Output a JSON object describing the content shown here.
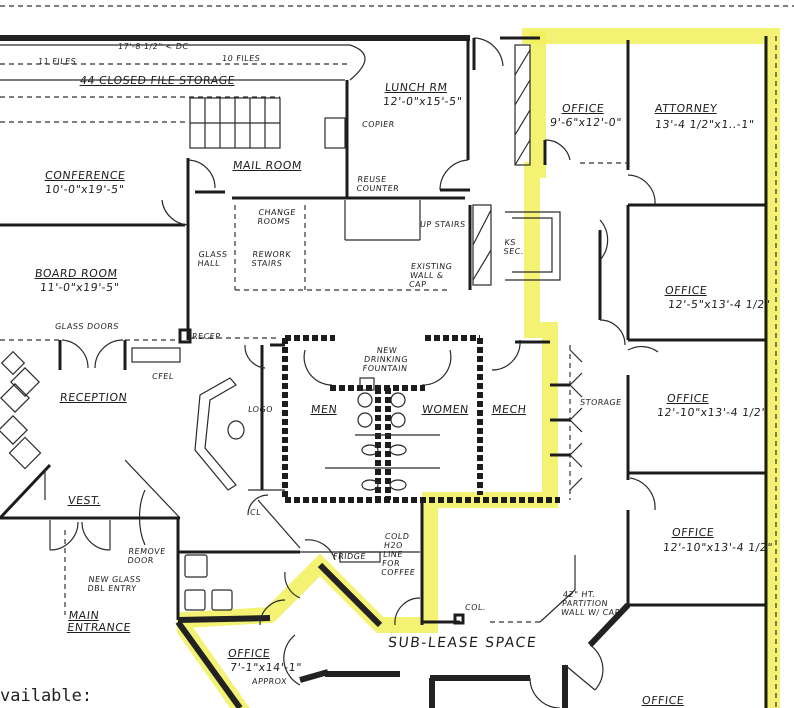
{
  "plan": {
    "highlight_color": "#f2f05a",
    "wall_color": "#1c1c1c",
    "labels": {
      "files_dim": "17'-8 1/2\" < DC",
      "files_left": "11 FILES",
      "files_right": "10 FILES",
      "file_storage": "44 CLOSED FILE STORAGE",
      "lunch_title": "LUNCH RM",
      "lunch_dim": "12'-0\"x15'-5\"",
      "copier": "COPIER",
      "refuse_counter": "REUSE COUNTER",
      "mail_room": "MAIL ROOM",
      "office1_title": "OFFICE",
      "office1_dim": "9'-6\"x12'-0\"",
      "attorney_title": "ATTORNEY",
      "attorney_dim": "13'-4 1/2\"x1..-1\"",
      "conference_title": "CONFERENCE",
      "conference_dim": "10'-0\"x19'-5\"",
      "change_rooms": "CHANGE ROOMS",
      "glass_hall": "GLASS HALL",
      "rework_stairs": "REWORK STAIRS",
      "up_stairs": "UP STAIRS",
      "existing_wall": "EXISTING WALL & CAP",
      "ks_sec": "KS SEC.",
      "board_title": "BOARD ROOM",
      "board_dim": "11'-0\"x19'-5\"",
      "glass_doors": "GLASS DOORS",
      "recep_small": "RECEP",
      "cfel": "CFEL",
      "reception": "RECEPTION",
      "logo": "LOGO",
      "new_drinking": "NEW DRINKING FOUNTAIN",
      "men": "MEN",
      "women": "WOMEN",
      "mech": "MECH",
      "storage": "STORAGE",
      "office2_title": "OFFICE",
      "office2_dim": "12'-5\"x13'-4 1/2\"",
      "office3_title": "OFFICE",
      "office3_dim": "12'-10\"x13'-4 1/2\"",
      "office4_title": "OFFICE",
      "office4_dim": "12'-10\"x13'-4 1/2\"",
      "office5_title": "OFFICE",
      "vest": "VEST.",
      "cl": "CL",
      "remove_door": "REMOVE DOOR",
      "new_entry": "NEW GLASS DBL ENTRY",
      "main_entrance": "MAIN ENTRANCE",
      "fridge": "FRIDGE",
      "cold_h2o": "COLD H2O LINE FOR COFFEE",
      "col": "COL.",
      "partition": "42\" HT. PARTITION WALL W/ CAP",
      "sublease": "SUB-LEASE SPACE",
      "office6_title": "OFFICE",
      "office6_dim": "7'-1\"x14'-1\"",
      "office6_approx": "APPROX"
    }
  },
  "footer": {
    "text": "vailable:"
  }
}
